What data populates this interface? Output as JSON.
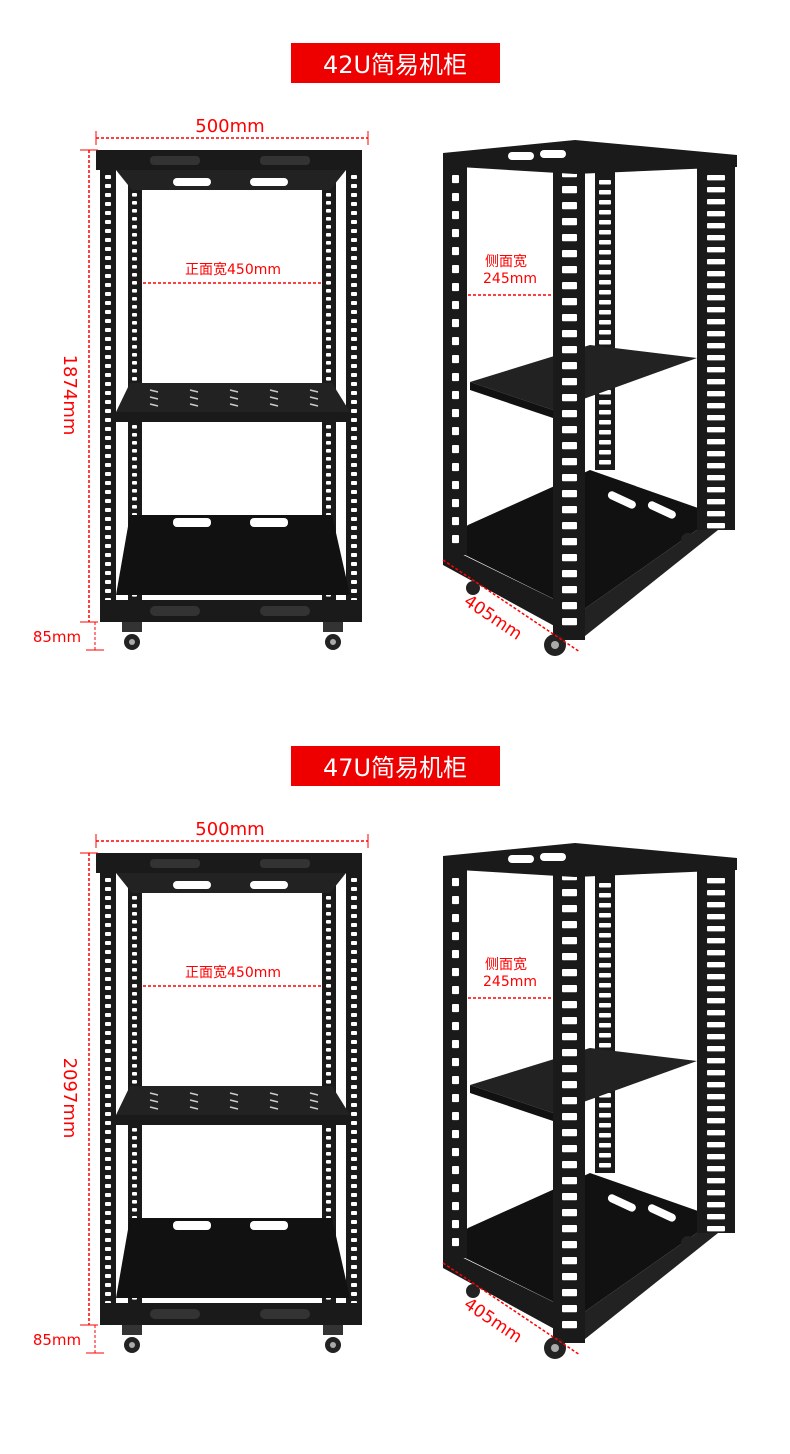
{
  "colors": {
    "accent": "#ee0000",
    "rack": "#1a1a1a",
    "dimension": "#ff0000"
  },
  "sections": [
    {
      "title": "42U简易机柜",
      "width_label": "500mm",
      "height_label": "1874mm",
      "caster_label": "85mm",
      "front_width_label": "正面宽450mm",
      "side_width_label_1": "侧面宽",
      "side_width_label_2": "245mm",
      "depth_label": "405mm"
    },
    {
      "title": "47U简易机柜",
      "width_label": "500mm",
      "height_label": "2097mm",
      "caster_label": "85mm",
      "front_width_label": "正面宽450mm",
      "side_width_label_1": "侧面宽",
      "side_width_label_2": "245mm",
      "depth_label": "405mm"
    }
  ]
}
